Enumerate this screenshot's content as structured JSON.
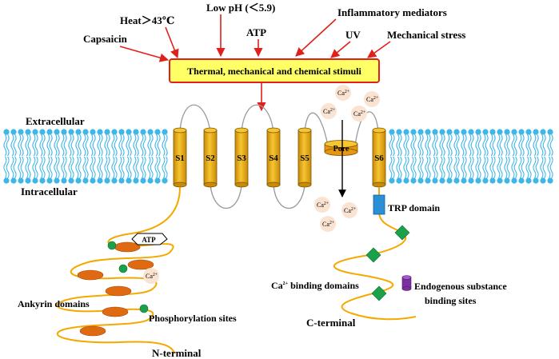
{
  "stimuli": {
    "heat": "Heat＞43℃",
    "low_ph": "Low pH (＜5.9)",
    "inflammatory": "Inflammatory  mediators",
    "capsaicin": "Capsaicin",
    "atp": "ATP",
    "uv": "UV",
    "mechanical": "Mechanical stress",
    "box": "Thermal, mechanical and chemical stimuli"
  },
  "membrane": {
    "extracellular": "Extracellular",
    "intracellular": "Intracellular"
  },
  "segments": [
    "S1",
    "S2",
    "S3",
    "S4",
    "S5",
    "S6"
  ],
  "pore": "Pore",
  "ion": {
    "base": "Ca",
    "charge": "2+"
  },
  "labels": {
    "trp_domain": "TRP domain",
    "atp_site": "ATP",
    "ankyrin": "Ankyrin domains",
    "phosphorylation": "Phosphorylation sites",
    "n_terminal": "N-terminal",
    "ca_binding": " binding domains",
    "endogenous_1": "Endogenous substance",
    "endogenous_2": "binding sites",
    "c_terminal": "C-terminal"
  },
  "colors": {
    "lipid": "#3fb6e8",
    "segment": "#f2b21a",
    "chain": "#f5a800",
    "arrow": "#e0201b",
    "box_fill": "#ffff66",
    "box_border": "#e0201b",
    "ankyrin": "#e06a12",
    "phospho": "#1aa14a",
    "ca_binding": "#1aa14a",
    "trp": "#2a8fd6",
    "endogenous": "#7b2fa0",
    "ion_fill": "#fbe3d2"
  }
}
